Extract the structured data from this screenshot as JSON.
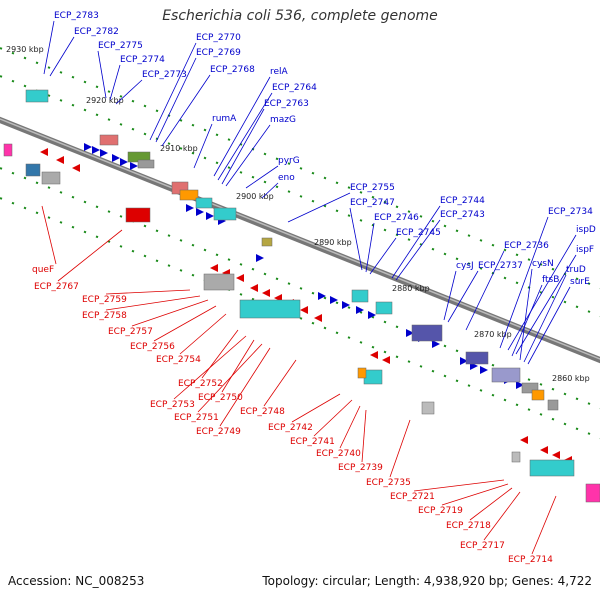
{
  "title": "Escherichia coli 536, complete genome",
  "footer": {
    "accession": "Accession: NC_008253",
    "topology": "Topology: circular; Length: 4,938,920 bp; Genes: 4,722"
  },
  "colors": {
    "forward": "#0000cc",
    "reverse": "#dd0000",
    "tick": "#1a8a1a",
    "backbone": "#888888"
  },
  "kbp_ticks": [
    "2930 kbp",
    "2920 kbp",
    "2910 kbp",
    "2900 kbp",
    "2890 kbp",
    "2880 kbp",
    "2870 kbp",
    "2860 kbp"
  ],
  "top_labels": [
    "ECP_2783",
    "ECP_2782",
    "ECP_2775",
    "ECP_2774",
    "ECP_2773",
    "ECP_2770",
    "ECP_2769",
    "ECP_2768",
    "relA",
    "ECP_2764",
    "ECP_2763",
    "rumA",
    "mazG",
    "pyrG",
    "eno",
    "ECP_2755",
    "ECP_2747",
    "ECP_2746",
    "ECP_2745",
    "ECP_2744",
    "ECP_2743",
    "ECP_2734",
    "ispD",
    "ispF",
    "ECP_2736",
    "cysJ",
    "ECP_2737",
    "cysN",
    "truD",
    "ftsB",
    "surE"
  ],
  "bottom_labels": [
    "queF",
    "ECP_2767",
    "ECP_2759",
    "ECP_2758",
    "ECP_2757",
    "ECP_2756",
    "ECP_2754",
    "ECP_2752",
    "ECP_2753",
    "ECP_2750",
    "ECP_2751",
    "ECP_2749",
    "ECP_2748",
    "ECP_2742",
    "ECP_2741",
    "ECP_2740",
    "ECP_2739",
    "ECP_2735",
    "ECP_2721",
    "ECP_2719",
    "ECP_2718",
    "ECP_2717",
    "ECP_2714"
  ]
}
